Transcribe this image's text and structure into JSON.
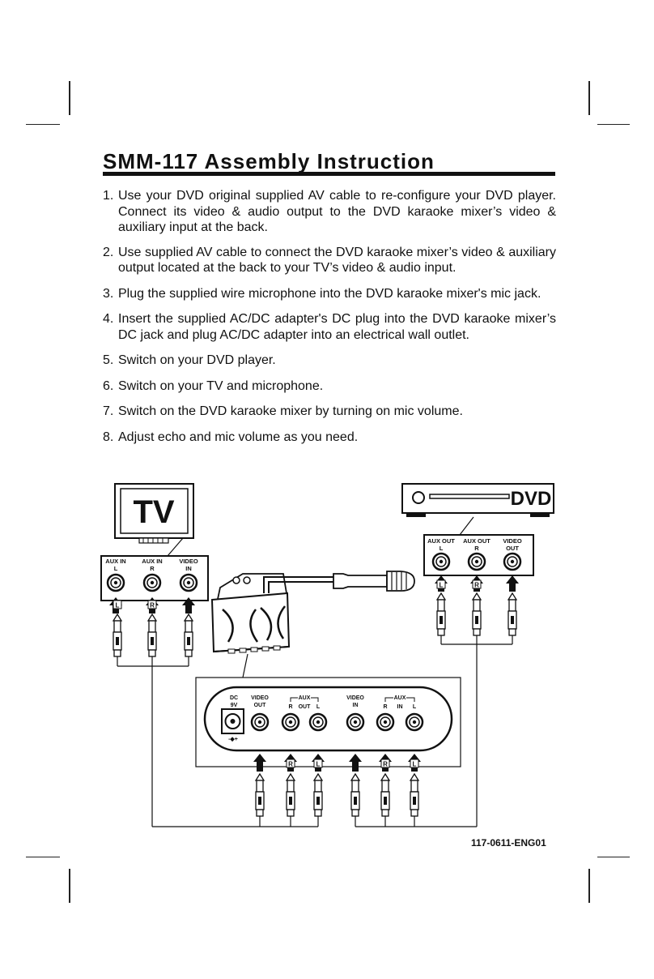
{
  "title": "SMM-117 Assembly Instruction",
  "steps": [
    {
      "num": "1.",
      "text": "Use your DVD original supplied AV cable to re-configure your DVD player. Connect its video & audio output to the DVD karaoke mixer’s video & auxiliary input at the back."
    },
    {
      "num": "2.",
      "text": "Use supplied AV cable to connect the DVD karaoke mixer’s video & auxiliary output located at the back to your TV’s video & audio input."
    },
    {
      "num": "3.",
      "text": "Plug the supplied wire microphone into the DVD karaoke mixer's mic jack."
    },
    {
      "num": "4.",
      "text": "Insert the supplied AC/DC adapter's DC plug into the DVD karaoke mixer’s DC jack and plug AC/DC adapter into an electrical wall outlet."
    },
    {
      "num": "5.",
      "text": "Switch on your DVD player."
    },
    {
      "num": "6.",
      "text": "Switch on your TV and microphone."
    },
    {
      "num": "7.",
      "text": "Switch on the DVD karaoke mixer by turning on mic volume."
    },
    {
      "num": "8.",
      "text": "Adjust echo and mic volume as you need."
    }
  ],
  "diagram": {
    "tv": {
      "logo": "TV",
      "jacks": [
        {
          "line1": "AUX IN",
          "line2": "L"
        },
        {
          "line1": "AUX IN",
          "line2": "R"
        },
        {
          "line1": "VIDEO",
          "line2": "IN"
        }
      ],
      "plugs": [
        "L",
        "R",
        ""
      ]
    },
    "dvd": {
      "logo": "DVD",
      "jacks": [
        {
          "line1": "AUX OUT",
          "line2": "L"
        },
        {
          "line1": "AUX OUT",
          "line2": "R"
        },
        {
          "line1": "VIDEO",
          "line2": "OUT"
        }
      ],
      "plugs": [
        "L",
        "R",
        ""
      ]
    },
    "mixer": {
      "dc_label": "DC",
      "dc_value": "9V",
      "video_out": "VIDEO",
      "video_out_2": "OUT",
      "aux_out": "AUX",
      "aux_out_r": "R",
      "aux_out_mid": "OUT",
      "aux_out_l": "L",
      "video_in": "VIDEO",
      "video_in_2": "IN",
      "aux_in": "AUX",
      "aux_in_r": "R",
      "aux_in_mid": "IN",
      "aux_in_l": "L",
      "polarity": "-◆+",
      "plugs": [
        "",
        "R",
        "L",
        "",
        "R",
        "L"
      ]
    }
  },
  "footer": {
    "code": "117-0611-ENG01"
  }
}
